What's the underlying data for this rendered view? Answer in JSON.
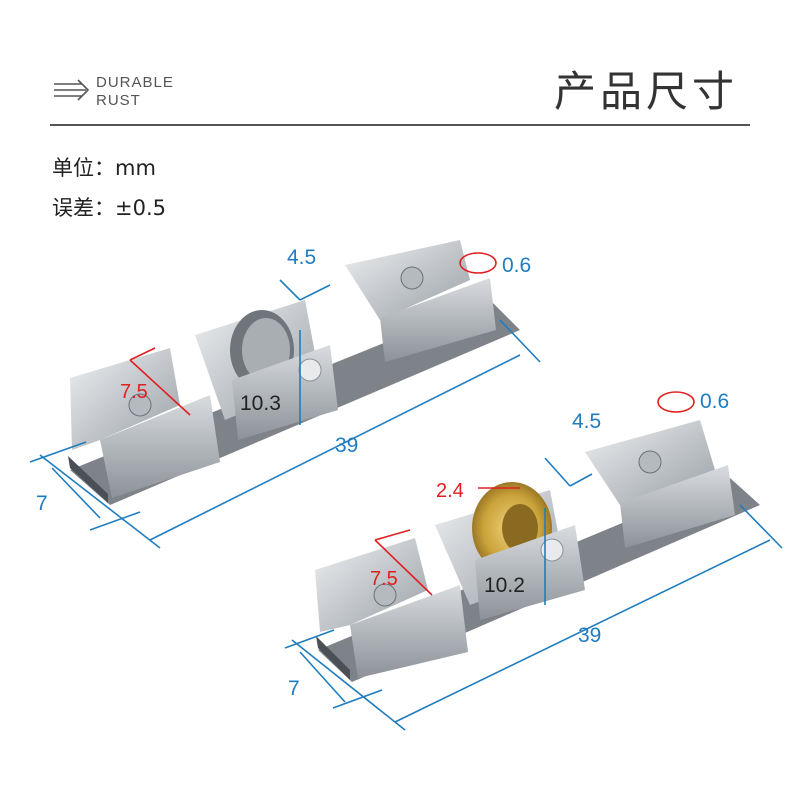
{
  "header": {
    "logo_line1": "DURABLE",
    "logo_line2": "RUST",
    "title": "产品尺寸"
  },
  "specs": {
    "unit_label": "单位：mm",
    "tolerance_label": "误差：±0.5"
  },
  "dimensions": {
    "top_part": {
      "thickness": "0.6",
      "wheel_width": "4.5",
      "height": "10.3",
      "clip_depth": "7.5",
      "length": "39",
      "width": "7"
    },
    "bottom_part": {
      "thickness": "0.6",
      "wheel_width": "4.5",
      "wheel_offset": "2.4",
      "height": "10.2",
      "clip_depth": "7.5",
      "length": "39",
      "width": "7"
    }
  },
  "colors": {
    "dimension_blue": "#1f7dbf",
    "dimension_red": "#e02020",
    "steel": "#c9cdd1",
    "brass": "#c9a23a"
  }
}
